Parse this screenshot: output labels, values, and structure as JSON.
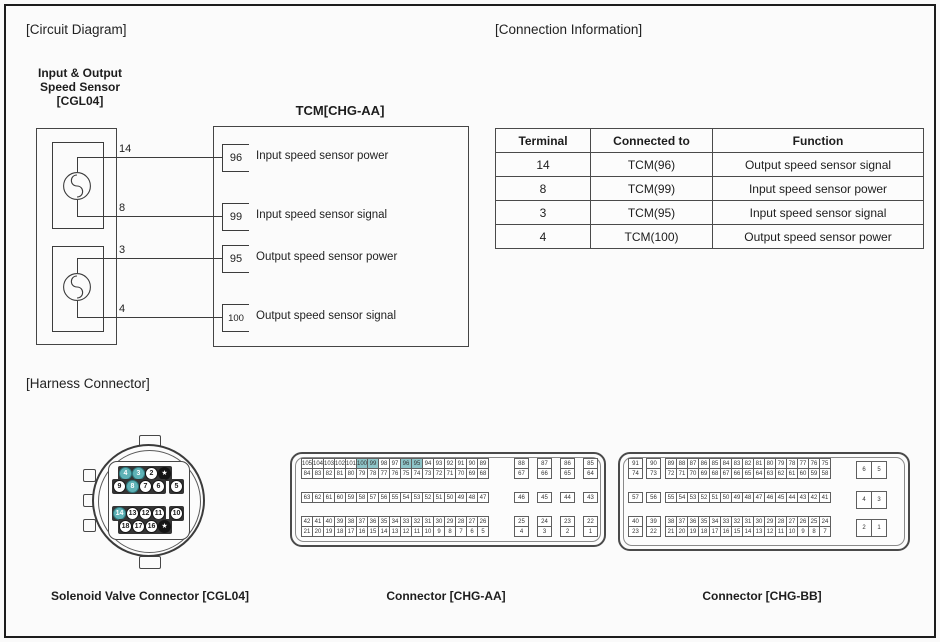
{
  "circuit": {
    "section_label": "[Circuit Diagram]",
    "sensor_label_lines": [
      "Input & Output",
      "Speed Sensor",
      "[CGL04]"
    ],
    "tcm_label": "TCM[CHG-AA]",
    "wires": [
      {
        "sensor_pin": "14",
        "tcm_pin": "96",
        "function": "Input speed sensor power"
      },
      {
        "sensor_pin": "8",
        "tcm_pin": "99",
        "function": "Input speed sensor signal"
      },
      {
        "sensor_pin": "3",
        "tcm_pin": "95",
        "function": "Output speed sensor power"
      },
      {
        "sensor_pin": "4",
        "tcm_pin": "100",
        "function": "Output speed sensor signal"
      }
    ]
  },
  "connection_info": {
    "section_label": "[Connection Information]",
    "headers": [
      "Terminal",
      "Connected to",
      "Function"
    ],
    "rows": [
      [
        "14",
        "TCM(96)",
        "Output speed sensor signal"
      ],
      [
        "8",
        "TCM(99)",
        "Input speed sensor power"
      ],
      [
        "3",
        "TCM(95)",
        "Input speed sensor signal"
      ],
      [
        "4",
        "TCM(100)",
        "Output speed sensor power"
      ]
    ]
  },
  "harness": {
    "section_label": "[Harness Connector]",
    "highlight_color": "#8fc6c9",
    "pin_highlight_color": "#5fb2b6",
    "star_symbol": "★",
    "cgl04": {
      "caption": "Solenoid Valve Connector [CGL04]",
      "rows": [
        {
          "offset": true,
          "gap": false,
          "pins": [
            {
              "n": "4",
              "hl": true
            },
            {
              "n": "3",
              "hl": true
            },
            {
              "n": "2"
            },
            {
              "n": "★",
              "star": true
            }
          ]
        },
        {
          "offset": false,
          "gap": false,
          "pins": [
            {
              "n": "9"
            },
            {
              "n": "8",
              "hl": true
            },
            {
              "n": "7"
            },
            {
              "n": "6"
            }
          ],
          "solo": {
            "n": "5"
          }
        },
        {
          "offset": false,
          "gap": true,
          "pins": [
            {
              "n": "14",
              "hl": true
            },
            {
              "n": "13"
            },
            {
              "n": "12"
            },
            {
              "n": "11"
            }
          ],
          "solo": {
            "n": "10"
          }
        },
        {
          "offset": true,
          "gap": false,
          "pins": [
            {
              "n": "18"
            },
            {
              "n": "17"
            },
            {
              "n": "16"
            },
            {
              "n": "★",
              "star": true
            }
          ]
        }
      ]
    },
    "chgaa": {
      "caption": "Connector [CHG-AA]",
      "main_rows": [
        [
          "105",
          "104",
          "103",
          "102",
          "101",
          "100",
          "99",
          "98",
          "97",
          "96",
          "95",
          "94",
          "93",
          "92",
          "91",
          "90",
          "89"
        ],
        [
          "84",
          "83",
          "82",
          "81",
          "80",
          "79",
          "78",
          "77",
          "76",
          "75",
          "74",
          "73",
          "72",
          "71",
          "70",
          "69",
          "68"
        ],
        [
          "63",
          "62",
          "61",
          "60",
          "59",
          "58",
          "57",
          "56",
          "55",
          "54",
          "53",
          "52",
          "51",
          "50",
          "49",
          "48",
          "47"
        ],
        [
          "42",
          "41",
          "40",
          "39",
          "38",
          "37",
          "36",
          "35",
          "34",
          "33",
          "32",
          "31",
          "30",
          "29",
          "28",
          "27",
          "26"
        ],
        [
          "21",
          "20",
          "19",
          "18",
          "17",
          "16",
          "15",
          "14",
          "13",
          "12",
          "11",
          "10",
          "9",
          "8",
          "7",
          "6",
          "5"
        ]
      ],
      "side_boxes_top": [
        [
          "88",
          "67"
        ],
        [
          "87",
          "66"
        ],
        [
          "86",
          "65"
        ],
        [
          "85",
          "64"
        ]
      ],
      "side_boxes_middle": [
        [
          "46"
        ],
        [
          "45"
        ],
        [
          "44"
        ],
        [
          "43"
        ]
      ],
      "side_boxes_bottom": [
        [
          "25",
          "4"
        ],
        [
          "24",
          "3"
        ],
        [
          "23",
          "2"
        ],
        [
          "22",
          "1"
        ]
      ],
      "highlights": [
        "100",
        "99",
        "96",
        "95"
      ]
    },
    "chgbb": {
      "caption": "Connector [CHG-BB]",
      "left_boxes_top": [
        [
          "91",
          "74"
        ],
        [
          "90",
          "73"
        ]
      ],
      "left_boxes_middle": [
        [
          "57"
        ],
        [
          "56"
        ]
      ],
      "left_boxes_bottom": [
        [
          "40",
          "23"
        ],
        [
          "39",
          "22"
        ]
      ],
      "main_rows": [
        [
          "89",
          "88",
          "87",
          "86",
          "85",
          "84",
          "83",
          "82",
          "81",
          "80",
          "79",
          "78",
          "77",
          "76",
          "75"
        ],
        [
          "72",
          "71",
          "70",
          "69",
          "68",
          "67",
          "66",
          "65",
          "64",
          "63",
          "62",
          "61",
          "60",
          "59",
          "58"
        ],
        [
          "55",
          "54",
          "53",
          "52",
          "51",
          "50",
          "49",
          "48",
          "47",
          "46",
          "45",
          "44",
          "43",
          "42",
          "41"
        ],
        [
          "38",
          "37",
          "36",
          "35",
          "34",
          "33",
          "32",
          "31",
          "30",
          "29",
          "28",
          "27",
          "26",
          "25",
          "24"
        ],
        [
          "21",
          "20",
          "19",
          "18",
          "17",
          "16",
          "15",
          "14",
          "13",
          "12",
          "11",
          "10",
          "9",
          "8",
          "7"
        ]
      ],
      "right_pairs": [
        [
          "6",
          "5"
        ],
        [
          "4",
          "3"
        ],
        [
          "2",
          "1"
        ]
      ],
      "highlights": []
    }
  }
}
